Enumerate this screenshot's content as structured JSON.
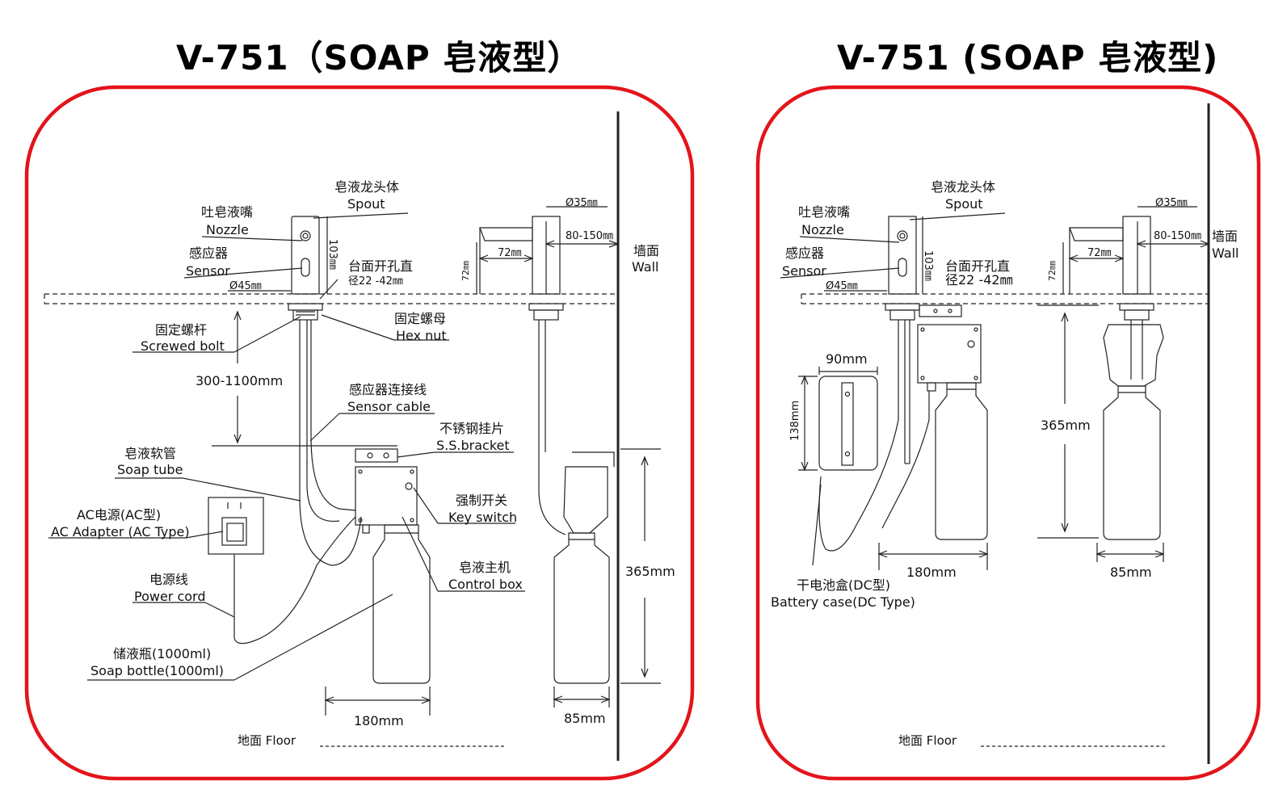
{
  "left": {
    "title": "V-751（SOAP 皂液型）",
    "labels": {
      "spout_cn": "皂液龙头体",
      "spout_en": "Spout",
      "nozzle_cn": "吐皂液嘴",
      "nozzle_en": "Nozzle",
      "sensor_cn": "感应器",
      "sensor_en": "Sensor",
      "dia45": "Ø45㎜",
      "hole_cn": "台面开孔直",
      "hole_range": "径22 -42㎜",
      "h103": "103㎜",
      "dia35": "Ø35㎜",
      "reach": "80-150㎜",
      "w72": "72㎜",
      "h72": "72㎜",
      "wall_cn": "墙面",
      "wall_en": "Wall",
      "bolt_cn": "固定螺杆",
      "bolt_en": "Screwed bolt",
      "nut_cn": "固定螺母",
      "nut_en": "Hex nut",
      "range": "300-1100mm",
      "cable_cn": "感应器连接线",
      "cable_en": "Sensor cable",
      "bracket_cn": "不锈钢挂片",
      "bracket_en": "S.S.bracket",
      "tube_cn": "皂液软管",
      "tube_en": "Soap tube",
      "key_cn": "强制开关",
      "key_en": "Key switch",
      "ac_cn": "AC电源(AC型)",
      "ac_en": "AC Adapter (AC Type)",
      "box_cn": "皂液主机",
      "box_en": "Control box",
      "cord_cn": "电源线",
      "cord_en": "Power cord",
      "h365": "365mm",
      "bottle_cn": "储液瓶(1000ml)",
      "bottle_en": "Soap  bottle(1000ml)",
      "w180": "180mm",
      "w85": "85mm",
      "floor": "地面  Floor"
    }
  },
  "right": {
    "title": "V-751 (SOAP 皂液型)",
    "labels": {
      "spout_cn": "皂液龙头体",
      "spout_en": "Spout",
      "nozzle_cn": "吐皂液嘴",
      "nozzle_en": "Nozzle",
      "sensor_cn": "感应器",
      "sensor_en": "Sensor",
      "dia45": "Ø45㎜",
      "h103": "103㎜",
      "hole_cn": "台面开孔直",
      "hole_range": "径22 -42㎜",
      "dia35": "Ø35㎜",
      "reach": "80-150㎜",
      "w72": "72㎜",
      "h72": "72㎜",
      "wall_cn": "墙面",
      "wall_en": "Wall",
      "w90": "90mm",
      "h138": "138mm",
      "h365": "365mm",
      "w180": "180mm",
      "w85": "85mm",
      "batt_cn": "干电池盒(DC型)",
      "batt_en": "Battery case(DC Type)",
      "floor": "地面  Floor"
    }
  },
  "colors": {
    "frame": "#e3141b",
    "line": "#222222"
  }
}
